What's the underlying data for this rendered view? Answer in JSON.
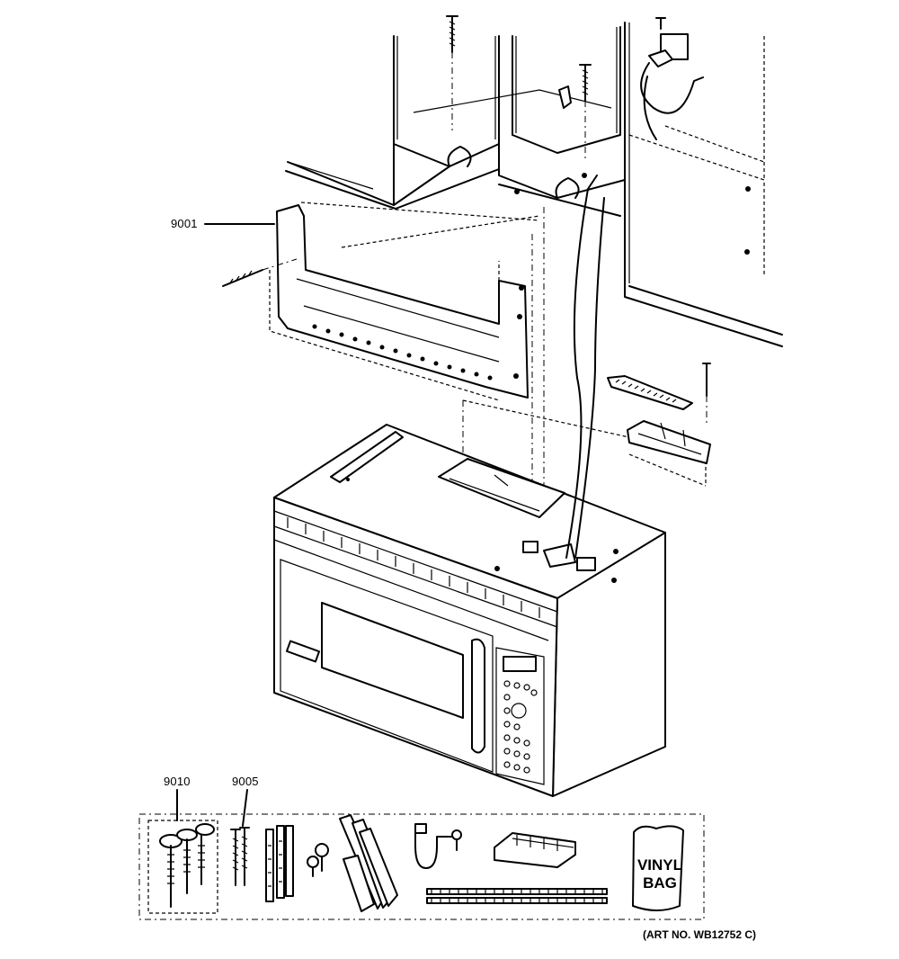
{
  "diagram": {
    "callouts": [
      {
        "id": "9001",
        "text": "9001"
      },
      {
        "id": "9010",
        "text": "9010"
      },
      {
        "id": "9005",
        "text": "9005"
      }
    ],
    "bag_label": {
      "line1": "VINYL",
      "line2": "BAG"
    },
    "art_number": "(ART NO. WB12752 C)"
  }
}
